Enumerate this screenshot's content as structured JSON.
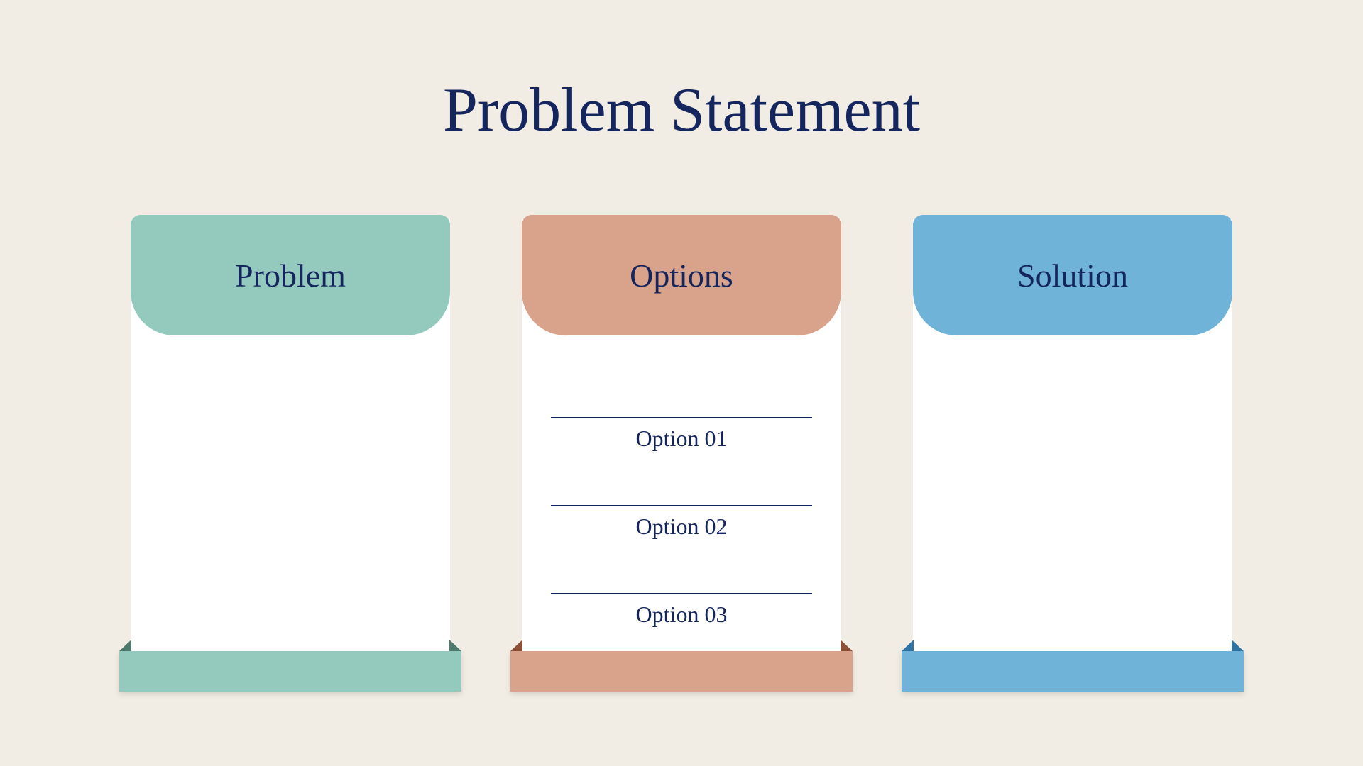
{
  "page": {
    "title": "Problem Statement",
    "background_color": "#F1EDE4",
    "text_color": "#15265E"
  },
  "cards": [
    {
      "label": "Problem",
      "color": "#93CABD",
      "fold_color": "#4F7A6E",
      "items": []
    },
    {
      "label": "Options",
      "color": "#D8A28B",
      "fold_color": "#8C5036",
      "items": [
        "Option 01",
        "Option 02",
        "Option 03"
      ]
    },
    {
      "label": "Solution",
      "color": "#6FB3D8",
      "fold_color": "#2F74A4",
      "items": []
    }
  ]
}
